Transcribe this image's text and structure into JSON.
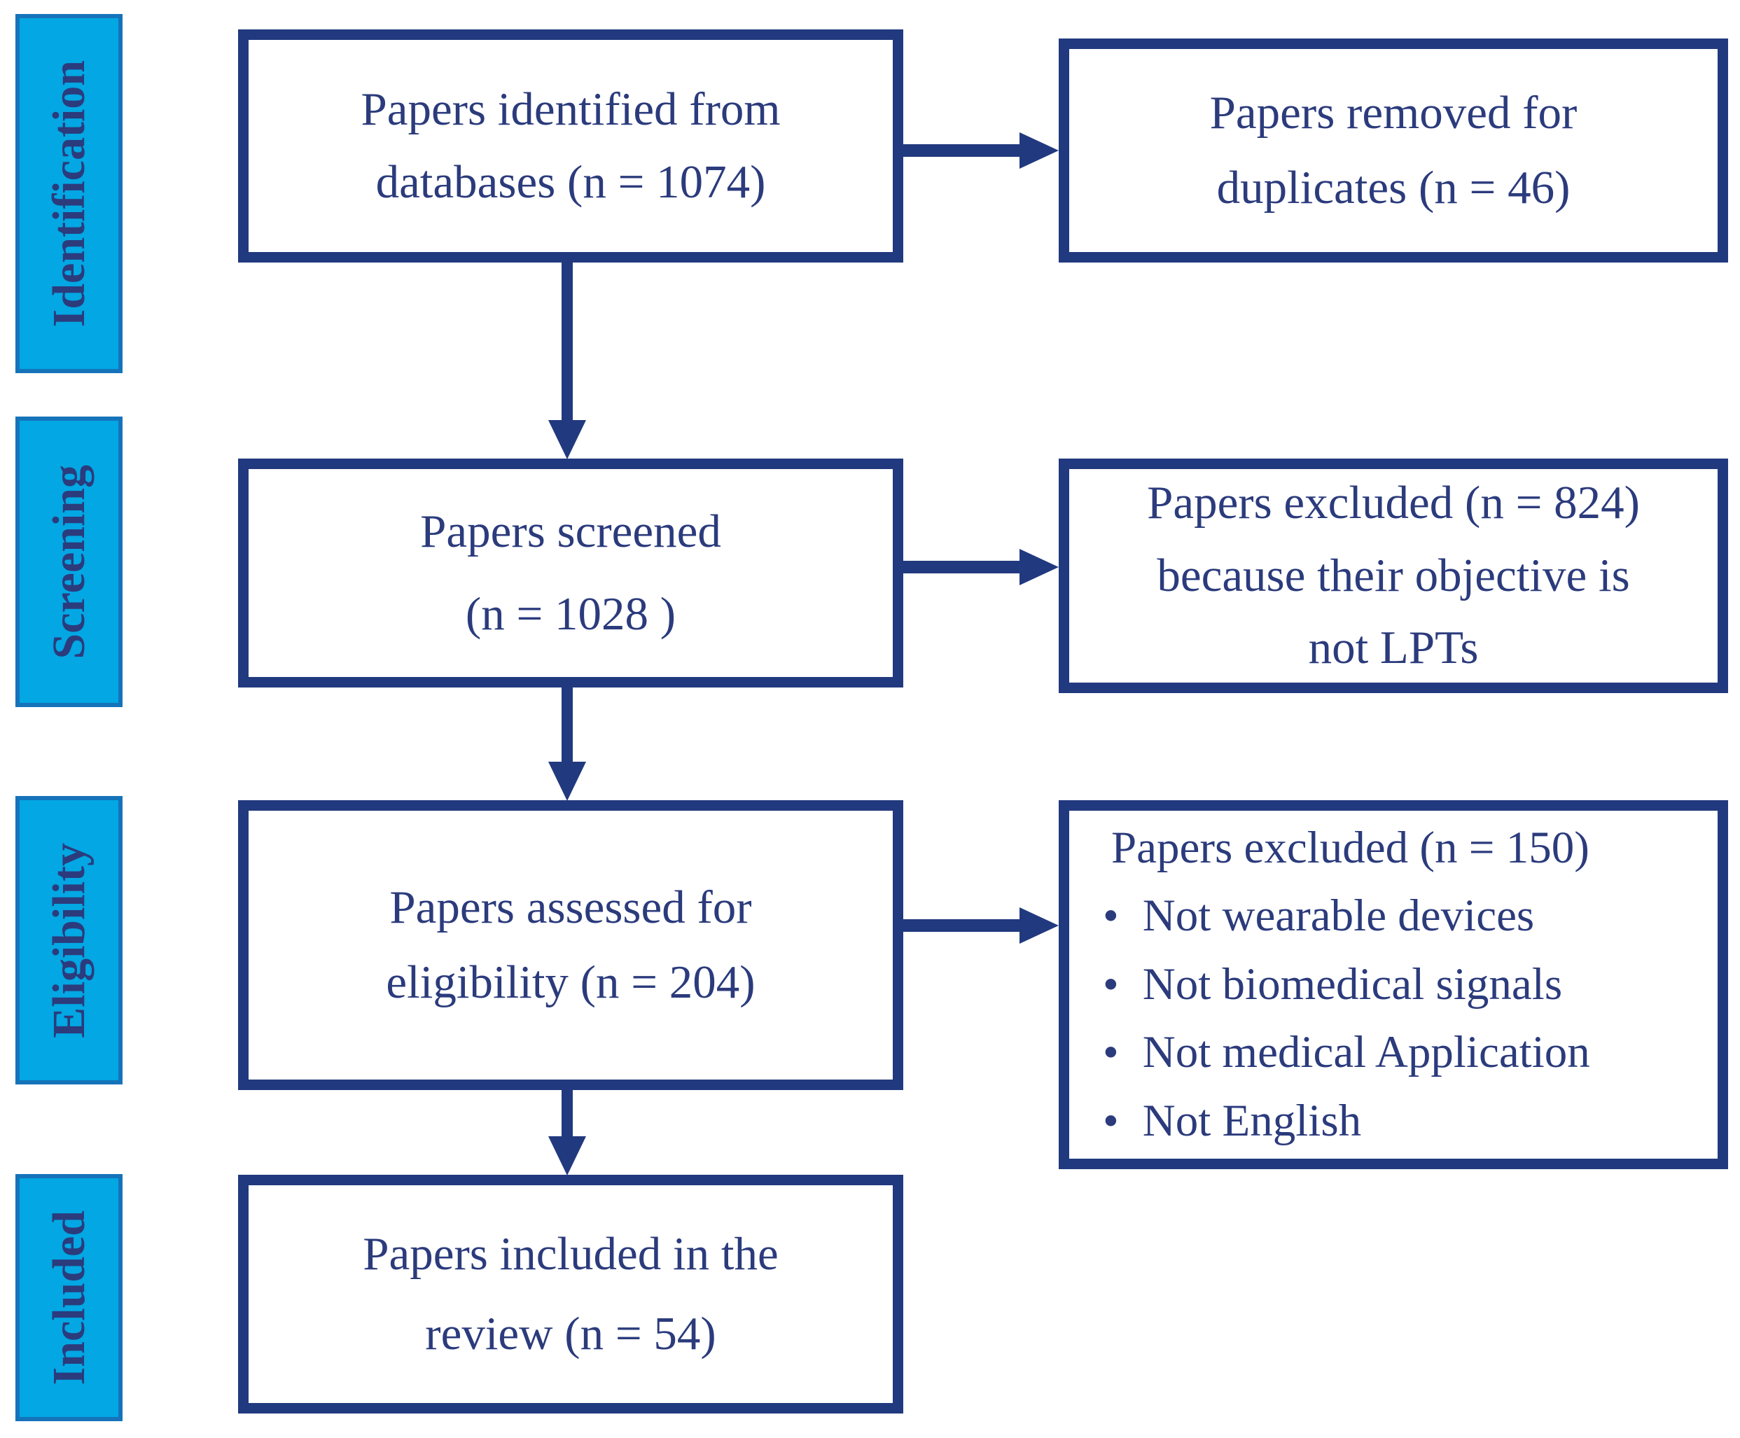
{
  "colors": {
    "navy": "#21397E",
    "text": "#2B3B7C",
    "stage_fill": "#02A7E3",
    "stage_border": "#1573BA",
    "bg": "#FFFFFF"
  },
  "stages": [
    {
      "label": "Identification"
    },
    {
      "label": "Screening"
    },
    {
      "label": "Eligibility"
    },
    {
      "label": "Included"
    }
  ],
  "flow": [
    {
      "line1": "Papers identified from",
      "line2": "databases (n = 1074)"
    },
    {
      "line1": "Papers screened",
      "line2": "(n = 1028 )"
    },
    {
      "line1": "Papers assessed for",
      "line2": "eligibility (n = 204)"
    },
    {
      "line1": "Papers included in the",
      "line2": "review (n = 54)"
    }
  ],
  "side": [
    {
      "line1": "Papers removed for",
      "line2": "duplicates (n = 46)"
    },
    {
      "line1": "Papers excluded (n = 824)",
      "line2": "because their objective is",
      "line3": "not LPTs"
    },
    {
      "title": "Papers excluded (n = 150)",
      "bullets": [
        "Not wearable devices",
        "Not biomedical signals",
        "Not medical Application",
        "Not English"
      ]
    }
  ]
}
